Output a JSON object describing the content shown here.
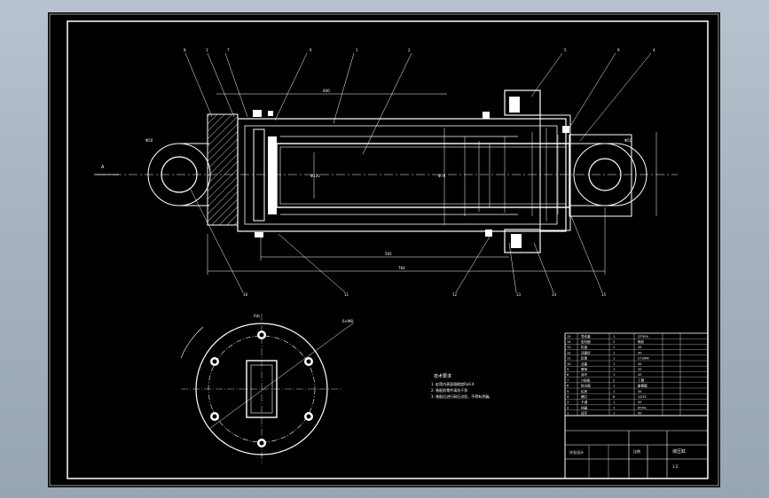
{
  "drawing": {
    "title_block": {
      "title": "液压缸",
      "drawing_no": "1:2",
      "scale_label": "比例",
      "material_note": "毕业设计"
    },
    "technical_requirements": {
      "heading": "技术要求",
      "items": [
        "1. 缸筒内表面粗糙度Ra0.4",
        "2. 装配前零件清洗干净",
        "3. 装配后进行耐压试验，不得有渗漏。"
      ]
    },
    "dimensions": {
      "top_length": "600",
      "bottom_length_1": "595",
      "bottom_length_2": "764",
      "left_eye": "Φ50",
      "right_eye": "Φ50",
      "bore": "Φ120",
      "rod": "Φ70",
      "left_arrow": "A",
      "view_label": "A向",
      "flange_note": "6×M8"
    },
    "balloons": [
      "8",
      "3",
      "7",
      "6",
      "1",
      "2",
      "5",
      "9",
      "4",
      "10",
      "11",
      "12",
      "13",
      "14",
      "15"
    ],
    "bom_rows": [
      [
        "15",
        "导向套",
        "1",
        "QT500"
      ],
      [
        "14",
        "密封圈",
        "2",
        "橡胶"
      ],
      [
        "13",
        "缸盖",
        "1",
        "45"
      ],
      [
        "12",
        "活塞杆",
        "1",
        "45"
      ],
      [
        "11",
        "缸筒",
        "1",
        "27SiMn"
      ],
      [
        "10",
        "活塞",
        "1",
        "45"
      ],
      [
        "9",
        "螺母",
        "1",
        "35"
      ],
      [
        "8",
        "耳环",
        "1",
        "45"
      ],
      [
        "7",
        "O形圈",
        "2",
        "丁腈"
      ],
      [
        "6",
        "防尘圈",
        "1",
        "聚氨酯"
      ],
      [
        "5",
        "缸底",
        "1",
        "45"
      ],
      [
        "4",
        "螺钉",
        "6",
        "Q235"
      ],
      [
        "3",
        "卡键",
        "1",
        "45"
      ],
      [
        "2",
        "挡圈",
        "1",
        "65Mn"
      ],
      [
        "1",
        "耳环",
        "1",
        "45"
      ]
    ]
  }
}
